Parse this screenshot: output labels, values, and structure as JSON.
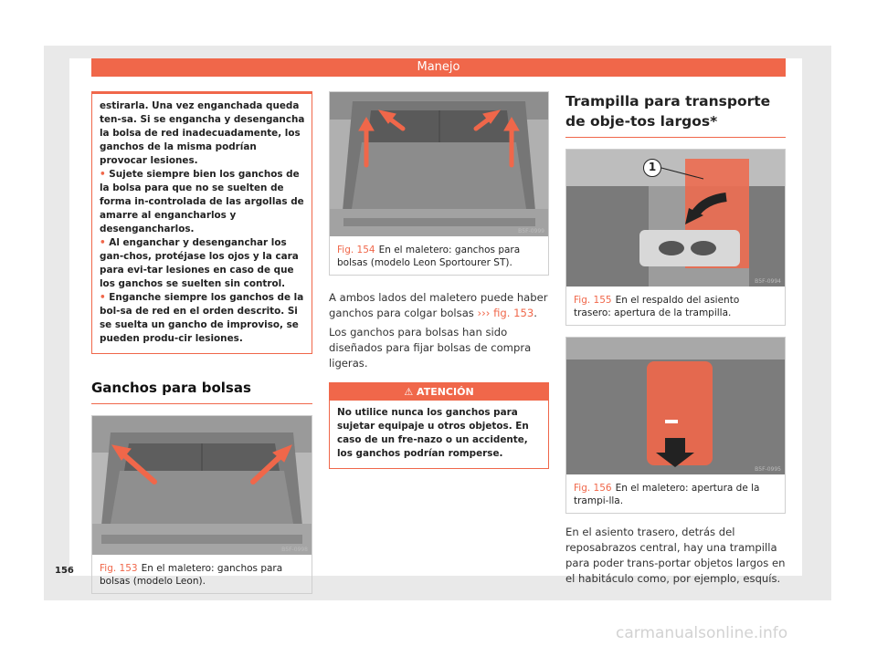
{
  "header": {
    "title": "Manejo"
  },
  "col1": {
    "warning_paragraphs": [
      "estirarla. Una vez enganchada queda ten-sa. Si se engancha y desengancha la bolsa de red inadecuadamente, los ganchos de la misma podrían provocar lesiones.",
      "Sujete siempre bien los ganchos de la bolsa para que no se suelten de forma in-controlada de las argollas de amarre al engancharlos y desengancharlos.",
      "Al enganchar y desenganchar los gan-chos, protéjase los ojos y la cara para evi-tar lesiones en caso de que los ganchos se suelten sin control.",
      "Enganche siempre los ganchos de la bol-sa de red en el orden descrito. Si se suelta un gancho de improviso, se pueden produ-cir lesiones."
    ],
    "bullet_symbol": "•",
    "section_title": "Ganchos para bolsas",
    "figure": {
      "code": "B5F-0998",
      "number": "Fig. 153",
      "caption": "En el maletero: ganchos para bolsas (modelo Leon)."
    }
  },
  "col2": {
    "figure": {
      "code": "B5F-0999",
      "number": "Fig. 154",
      "caption": "En el maletero: ganchos para bolsas (modelo Leon Sportourer ST)."
    },
    "para1_text": "A ambos lados del maletero puede haber ganchos para colgar bolsas",
    "para1_ref": "››› fig. 153",
    "para1_end": ".",
    "para2": "Los ganchos para bolsas han sido diseñados para fijar bolsas de compra ligeras.",
    "attention": {
      "icon": "warning-triangle-icon",
      "title": "ATENCIÓN",
      "text": "No utilice nunca los ganchos para sujetar equipaje u otros objetos. En caso de un fre-nazo o un accidente, los ganchos podrían romperse."
    }
  },
  "col3": {
    "section_title": "Trampilla para transporte de obje-tos largos*",
    "figure1": {
      "code": "B5F-0994",
      "number": "Fig. 155",
      "caption": "En el respaldo del asiento trasero: apertura de la trampilla.",
      "callout": "1"
    },
    "figure2": {
      "code": "B5F-0995",
      "number": "Fig. 156",
      "caption": "En el maletero: apertura de la trampi-lla."
    },
    "para": "En el asiento trasero, detrás del reposabrazos central, hay una trampilla para poder trans-portar objetos largos en el habitáculo como, por ejemplo, esquís."
  },
  "page_number": "156",
  "watermark": "carmanualsonline.info",
  "colors": {
    "accent": "#f0674a",
    "page_bg": "#ffffff",
    "sheet_bg": "#e9e9e9"
  }
}
